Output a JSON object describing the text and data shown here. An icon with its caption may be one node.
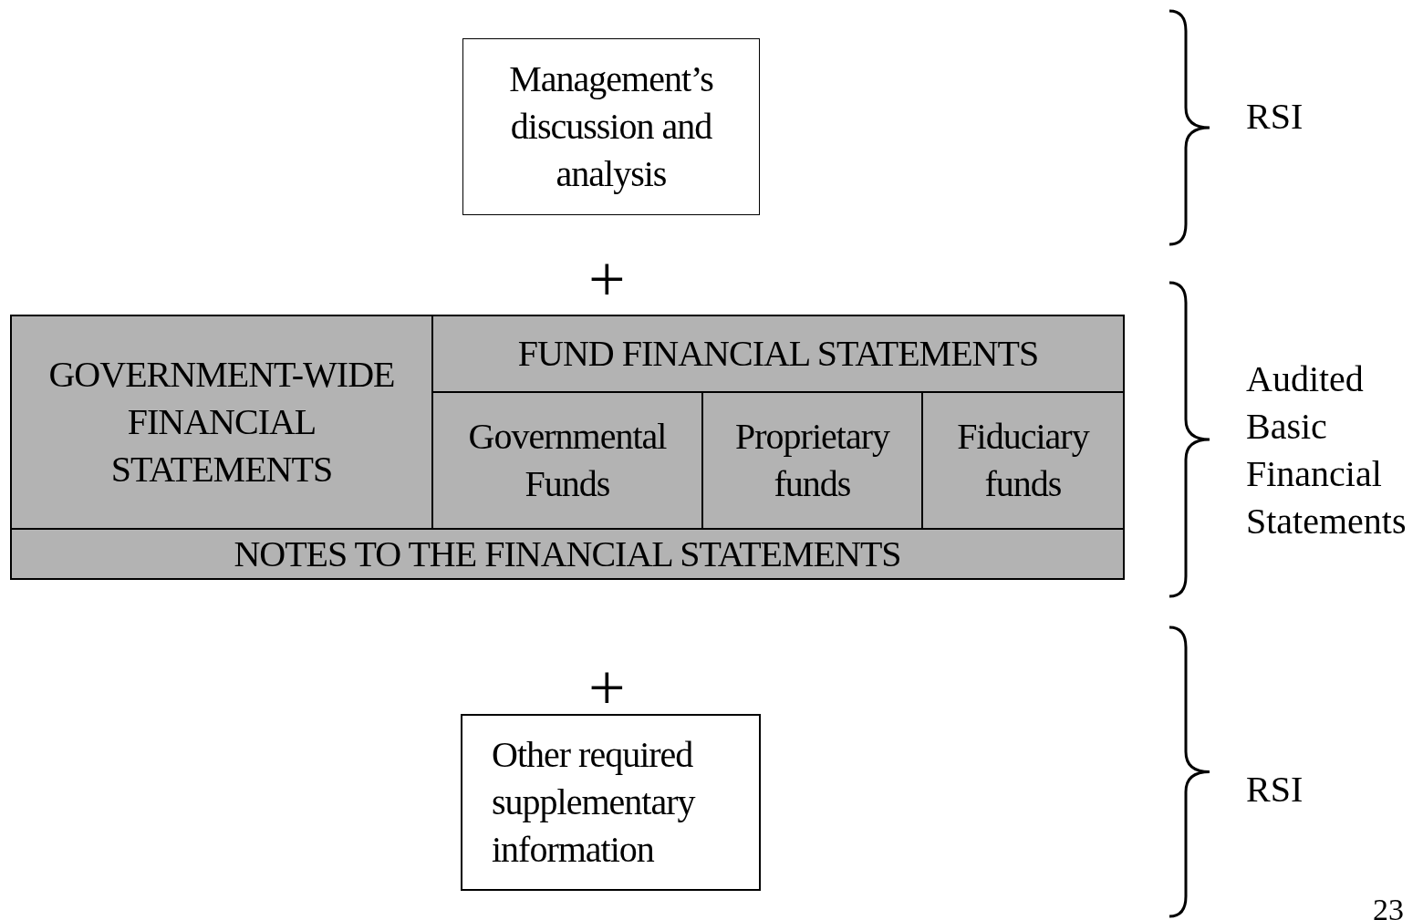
{
  "diagram": {
    "nodes": [
      {
        "text": [
          "Management’s discussion and analysis"
        ]
      },
      {
        "text": [
          "GOVERNMENT-WIDE FINANCIAL STATEMENTS"
        ]
      },
      {
        "text": [
          "FUND FINANCIAL STATEMENTS"
        ]
      },
      {
        "text": [
          "Governmental Funds"
        ]
      },
      {
        "text": [
          "Proprietary funds"
        ]
      },
      {
        "text": [
          "Fiduciary funds"
        ]
      },
      {
        "text": [
          "NOTES TO THE FINANCIAL STATEMENTS"
        ]
      },
      {
        "text": [
          "Other required supplementary information"
        ]
      }
    ],
    "labels": [
      "RSI",
      "+",
      "Audited Basic Financial Statements",
      "+",
      "RSI",
      "23"
    ]
  }
}
